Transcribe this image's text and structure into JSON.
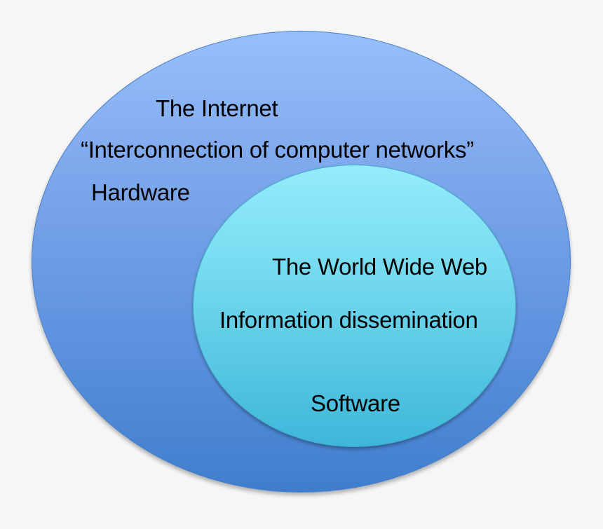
{
  "diagram": {
    "type": "nested-venn",
    "background_color": "#f6f6f6",
    "outer": {
      "title": "The Internet",
      "subtitle": "“Interconnection of computer networks”",
      "category": "Hardware",
      "color_top": "#96bffa",
      "color_bottom": "#3f7ecc"
    },
    "inner": {
      "title": "The World Wide Web",
      "subtitle": "Information dissemination",
      "category": "Software",
      "color_top": "#94ecfb",
      "color_bottom": "#3db7d9"
    }
  }
}
